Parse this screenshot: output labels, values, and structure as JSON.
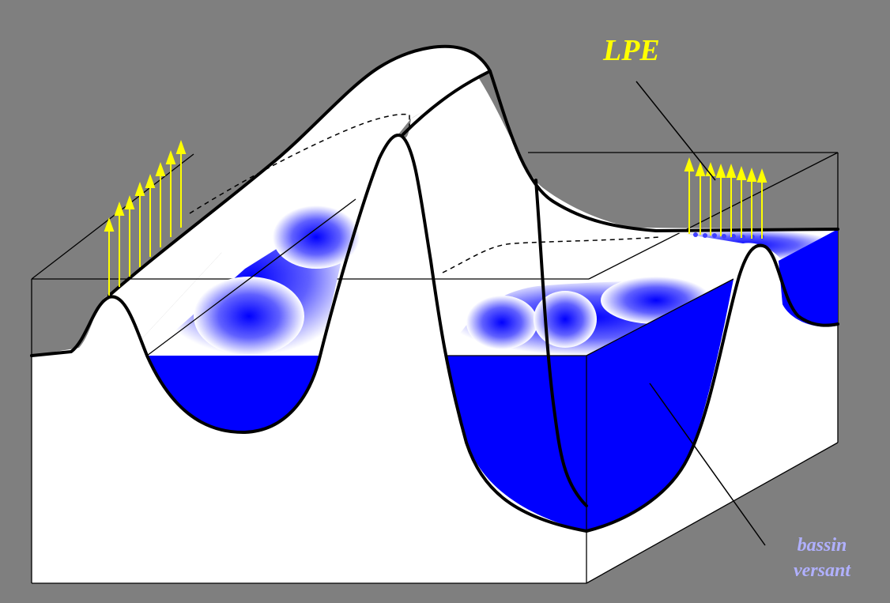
{
  "labels": {
    "lpe": "LPE",
    "bassin_line1": "bassin",
    "bassin_line2": "versant"
  },
  "colors": {
    "background": "#7f7f7f",
    "terrain": "#ffffff",
    "water": "#0000ff",
    "outline": "#000000",
    "dam_arrows": "#ffff00",
    "lpe_label": "#ffff00",
    "bassin_label": "#b0b0ff"
  }
}
